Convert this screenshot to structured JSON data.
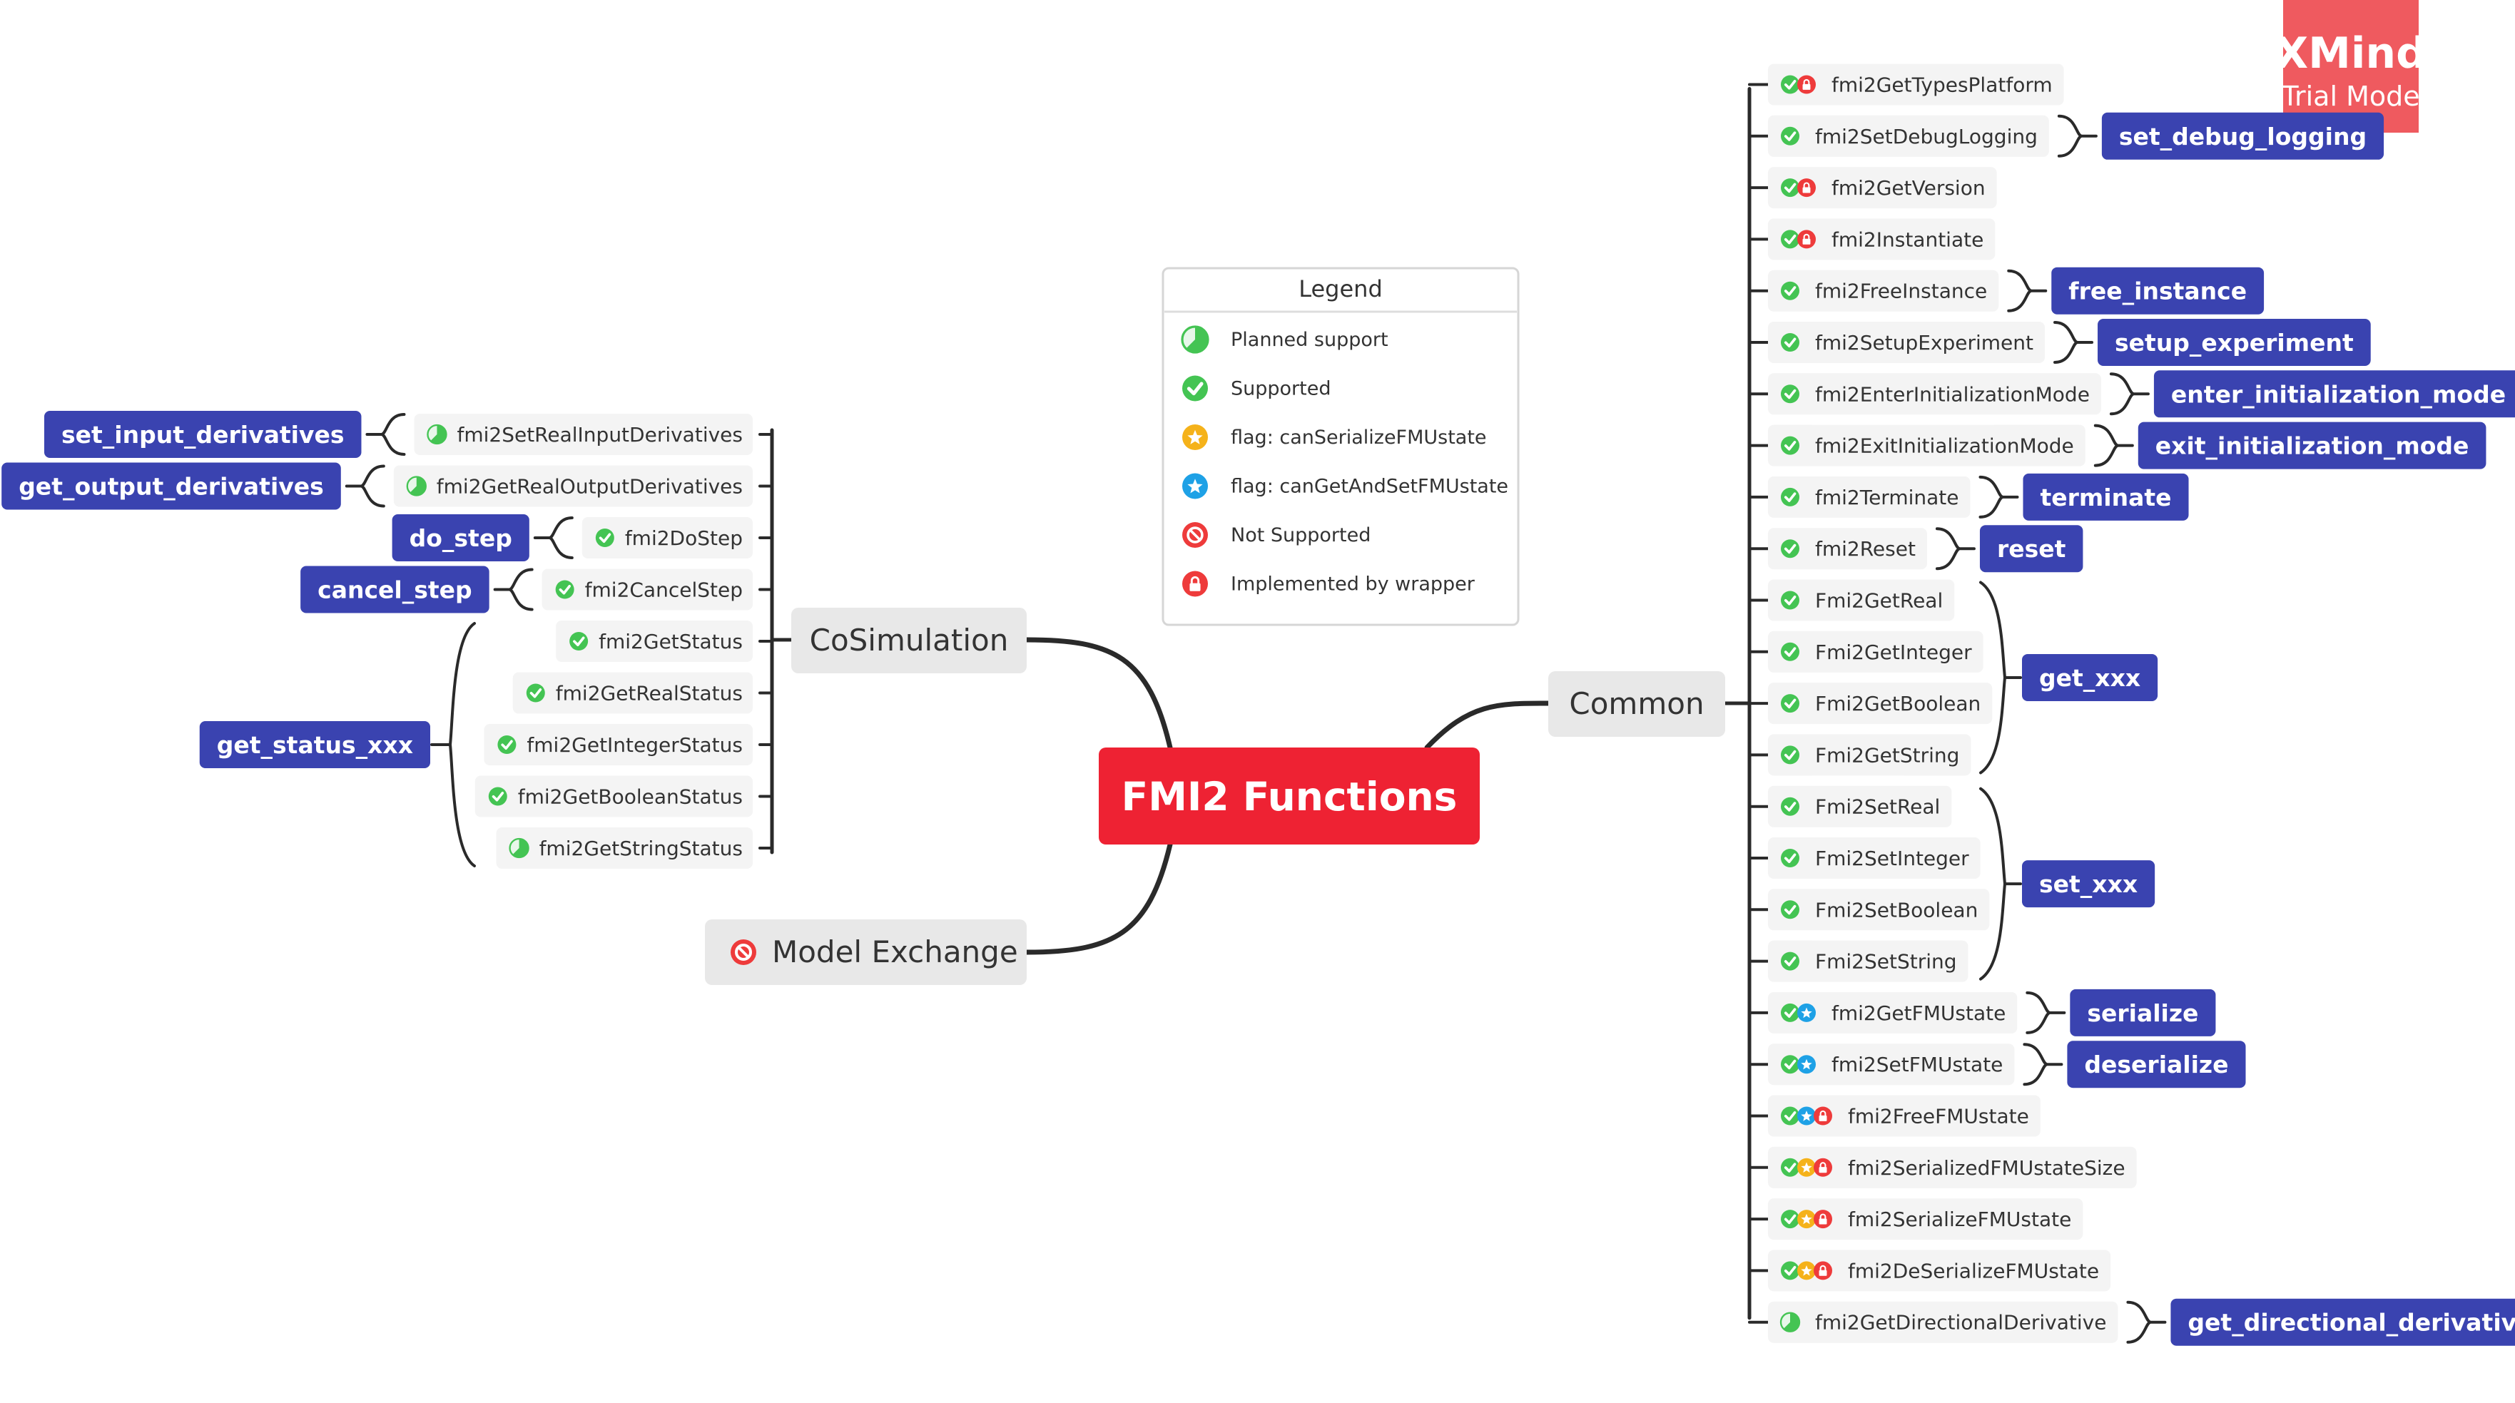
{
  "root": {
    "label": "FMI2 Functions"
  },
  "colors": {
    "root": "#ee2233",
    "tag": "#3a43b0",
    "branch_bg": "#e8e8e8",
    "leaf_bg": "#f4f4f4",
    "line": "#2a2a2a",
    "supported": "#44c453",
    "wrapper": "#ee3b3b",
    "serialize": "#f5b21a",
    "getset": "#1ea1e6",
    "watermark": "#ef5a5f"
  },
  "watermark": {
    "title": "XMind",
    "subtitle": "Trial Mode"
  },
  "legend": {
    "title": "Legend",
    "items": [
      {
        "icon": "planned",
        "label": "Planned support"
      },
      {
        "icon": "supported",
        "label": "Supported"
      },
      {
        "icon": "serialize",
        "label": "flag: canSerializeFMUstate"
      },
      {
        "icon": "getset",
        "label": "flag: canGetAndSetFMUstate"
      },
      {
        "icon": "notsupported",
        "label": "Not Supported"
      },
      {
        "icon": "wrapper",
        "label": "Implemented by wrapper"
      }
    ]
  },
  "cosimulation": {
    "label": "CoSimulation",
    "items": [
      {
        "label": "fmi2SetRealInputDerivatives",
        "icons": [
          "planned"
        ],
        "tag": "set_input_derivatives"
      },
      {
        "label": "fmi2GetRealOutputDerivatives",
        "icons": [
          "planned"
        ],
        "tag": "get_output_derivatives"
      },
      {
        "label": "fmi2DoStep",
        "icons": [
          "supported"
        ],
        "tag": "do_step"
      },
      {
        "label": "fmi2CancelStep",
        "icons": [
          "supported"
        ],
        "tag": "cancel_step"
      },
      {
        "label": "fmi2GetStatus",
        "icons": [
          "supported"
        ]
      },
      {
        "label": "fmi2GetRealStatus",
        "icons": [
          "supported"
        ]
      },
      {
        "label": "fmi2GetIntegerStatus",
        "icons": [
          "supported"
        ]
      },
      {
        "label": "fmi2GetBooleanStatus",
        "icons": [
          "supported"
        ]
      },
      {
        "label": "fmi2GetStringStatus",
        "icons": [
          "planned"
        ]
      }
    ],
    "group_tag": "get_status_xxx"
  },
  "model_exchange": {
    "label": "Model Exchange",
    "icon": "notsupported"
  },
  "common": {
    "label": "Common",
    "items": [
      {
        "label": "fmi2GetTypesPlatform",
        "icons": [
          "supported",
          "wrapper"
        ]
      },
      {
        "label": "fmi2SetDebugLogging",
        "icons": [
          "supported"
        ],
        "tag": "set_debug_logging"
      },
      {
        "label": "fmi2GetVersion",
        "icons": [
          "supported",
          "wrapper"
        ]
      },
      {
        "label": "fmi2Instantiate",
        "icons": [
          "supported",
          "wrapper"
        ]
      },
      {
        "label": "fmi2FreeInstance",
        "icons": [
          "supported"
        ],
        "tag": "free_instance"
      },
      {
        "label": "fmi2SetupExperiment",
        "icons": [
          "supported"
        ],
        "tag": "setup_experiment"
      },
      {
        "label": "fmi2EnterInitializationMode",
        "icons": [
          "supported"
        ],
        "tag": "enter_initialization_mode"
      },
      {
        "label": "fmi2ExitInitializationMode",
        "icons": [
          "supported"
        ],
        "tag": "exit_initialization_mode"
      },
      {
        "label": "fmi2Terminate",
        "icons": [
          "supported"
        ],
        "tag": "terminate"
      },
      {
        "label": "fmi2Reset",
        "icons": [
          "supported"
        ],
        "tag": "reset"
      },
      {
        "label": "Fmi2GetReal",
        "icons": [
          "supported"
        ]
      },
      {
        "label": "Fmi2GetInteger",
        "icons": [
          "supported"
        ]
      },
      {
        "label": "Fmi2GetBoolean",
        "icons": [
          "supported"
        ]
      },
      {
        "label": "Fmi2GetString",
        "icons": [
          "supported"
        ]
      },
      {
        "label": "Fmi2SetReal",
        "icons": [
          "supported"
        ]
      },
      {
        "label": "Fmi2SetInteger",
        "icons": [
          "supported"
        ]
      },
      {
        "label": "Fmi2SetBoolean",
        "icons": [
          "supported"
        ]
      },
      {
        "label": "Fmi2SetString",
        "icons": [
          "supported"
        ]
      },
      {
        "label": "fmi2GetFMUstate",
        "icons": [
          "supported",
          "getset"
        ],
        "tag": "serialize"
      },
      {
        "label": "fmi2SetFMUstate",
        "icons": [
          "supported",
          "getset"
        ],
        "tag": "deserialize"
      },
      {
        "label": "fmi2FreeFMUstate",
        "icons": [
          "supported",
          "getset",
          "wrapper"
        ]
      },
      {
        "label": "fmi2SerializedFMUstateSize",
        "icons": [
          "supported",
          "serialize",
          "wrapper"
        ]
      },
      {
        "label": "fmi2SerializeFMUstate",
        "icons": [
          "supported",
          "serialize",
          "wrapper"
        ]
      },
      {
        "label": "fmi2DeSerializeFMUstate",
        "icons": [
          "supported",
          "serialize",
          "wrapper"
        ]
      },
      {
        "label": "fmi2GetDirectionalDerivative",
        "icons": [
          "planned"
        ],
        "tag": "get_directional_derivative"
      }
    ],
    "group_tags": [
      "get_xxx",
      "set_xxx"
    ]
  }
}
